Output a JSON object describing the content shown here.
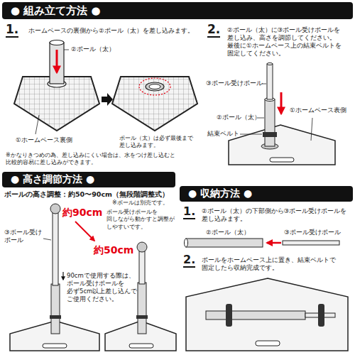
{
  "diagram": {
    "nodes": [
      {
        "text": [
          "● 組み立て方法 ●"
        ]
      },
      {
        "text": [
          "● 高さ調節方法 ●"
        ]
      },
      {
        "text": [
          "● 収納方法 ●"
        ]
      }
    ],
    "labels": [
      "1.",
      "ホームベースの裏側から②ポール（太）を差し込みます。",
      "②ポール（太）",
      "①ホームベース裏側",
      "ポール（太）は必ず最後まで 差し込みます。",
      "※かなりきつめの為、差し込みにくい場合は、水をつけ差し込むと 比較的容易に差し込みができます。",
      "2.",
      "②ポール（太）に③ポール受けポールを 差し込み、高さを調節してください。 最後に①ホームベース上の結束ベルトを 固定してください。",
      "③ポール受けポール",
      "②ポール（太）",
      "①ホームベース表側",
      "結束ベルト",
      "ボールの高さ調整：約50〜90cm（無段階調整式）",
      "※ボールは別売です。",
      "約90cm",
      "ボール受けポールを 回しながら動かすと調整が しやすいです。",
      "約50cm",
      "③ボール受け ポール",
      "90cmで使用する際は、 ボール受けポールを 必ず5cm以上差し込んで ご使用ください。",
      "1.",
      "②ポール（太）の下部側から③ポール受けポールを 差し込みます。",
      "②ポール（太）",
      "③ポール受けポール",
      "2.",
      "ポールをホームベース上に置き、結束ベルトで 固定したら収納完成です。"
    ]
  }
}
